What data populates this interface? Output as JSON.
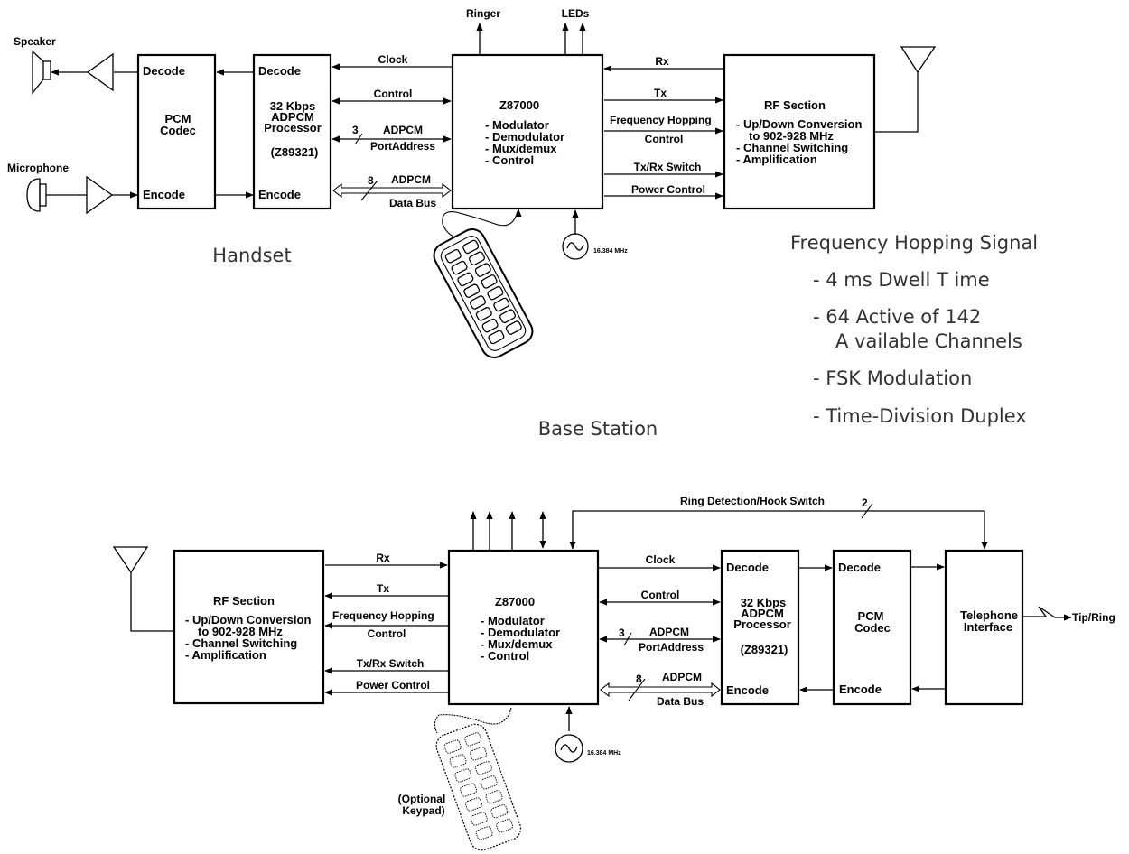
{
  "handset": {
    "caption": "Handset",
    "speaker": "Speaker",
    "microphone": "Microphone",
    "pcm_codec": {
      "decode": "Decode",
      "title1": "PCM",
      "title2": "Codec",
      "encode": "Encode"
    },
    "adpcm_processor": {
      "decode": "Decode",
      "title1": "32 Kbps",
      "title2": "ADPCM",
      "title3": "Processor",
      "part": "(Z89321)",
      "encode": "Encode"
    },
    "z87000": {
      "title": "Z87000",
      "items": [
        "- Modulator",
        "- Demodulator",
        "- Mux/demux",
        "- Control"
      ]
    },
    "rf_section": {
      "title": "RF Section",
      "items": [
        "- Up/Down Conversion",
        "to 902-928 MHz",
        "- Channel Switching",
        "- Amplification"
      ]
    },
    "signals": {
      "clock": "Clock",
      "control": "Control",
      "adpcm_addr_width": "3",
      "adpcm_addr": "ADPCM",
      "port_address": "PortAddress",
      "adpcm_data_width": "8",
      "adpcm_data": "ADPCM",
      "data_bus": "Data Bus",
      "rx": "Rx",
      "tx": "Tx",
      "freq_hopping": "Frequency Hopping",
      "freq_control": "Control",
      "txrx_switch": "Tx/Rx Switch",
      "power_control": "Power Control",
      "ringer": "Ringer",
      "leds": "LEDs",
      "crystal": "16.384 MHz"
    }
  },
  "fh_signal": {
    "title": "Frequency Hopping Signal",
    "items": [
      {
        "line1": "-  4 ms Dwell T ime",
        "line2": ""
      },
      {
        "line1": "-  64 Active of 142",
        "line2": "A vailable Channels"
      },
      {
        "line1": "-  FSK Modulation",
        "line2": ""
      },
      {
        "line1": "-  Time-Division Duplex",
        "line2": ""
      }
    ]
  },
  "base_station": {
    "caption": "Base Station",
    "rf_section": {
      "title": "RF Section",
      "items": [
        "- Up/Down Conversion",
        "to 902-928 MHz",
        "- Channel Switching",
        "- Amplification"
      ]
    },
    "z87000": {
      "title": "Z87000",
      "items": [
        "- Modulator",
        "- Demodulator",
        "- Mux/demux",
        "- Control"
      ]
    },
    "adpcm_processor": {
      "decode": "Decode",
      "title1": "32 Kbps",
      "title2": "ADPCM",
      "title3": "Processor",
      "part": "(Z89321)",
      "encode": "Encode"
    },
    "pcm_codec": {
      "decode": "Decode",
      "title1": "PCM",
      "title2": "Codec",
      "encode": "Encode"
    },
    "telephone_interface": {
      "title1": "Telephone",
      "title2": "Interface"
    },
    "signals": {
      "rx": "Rx",
      "tx": "Tx",
      "freq_hopping": "Frequency Hopping",
      "freq_control": "Control",
      "txrx_switch": "Tx/Rx Switch",
      "power_control": "Power Control",
      "clock": "Clock",
      "control": "Control",
      "adpcm_addr_width": "3",
      "adpcm_addr": "ADPCM",
      "port_address": "PortAddress",
      "adpcm_data_width": "8",
      "adpcm_data": "ADPCM",
      "data_bus": "Data Bus",
      "ring_detection": "Ring Detection/Hook Switch",
      "ring_width": "2",
      "tip_ring": "Tip/Ring",
      "crystal": "16.384 MHz"
    },
    "keypad_caption1": "(Optional",
    "keypad_caption2": "Keypad)"
  }
}
